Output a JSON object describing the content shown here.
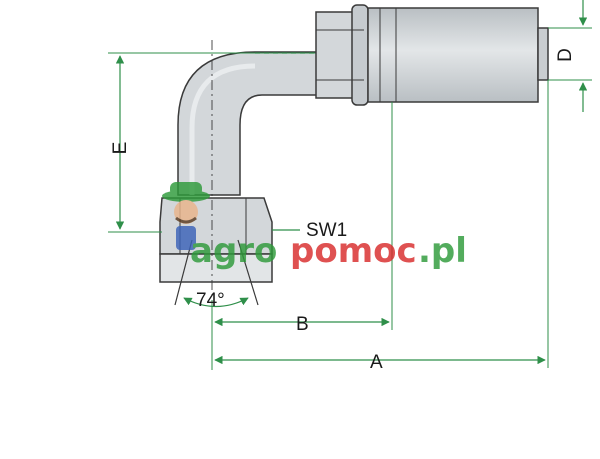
{
  "diagram": {
    "dimension_labels": {
      "a": "A",
      "b": "B",
      "d": "D",
      "e": "E",
      "sw1": "SW1",
      "angle": "74°"
    },
    "watermark": {
      "text_green": "agro",
      "text_red": "pomoc",
      "text_green_2": ".pl",
      "green": "#2e9a3a",
      "red": "#d92b2b"
    },
    "colors": {
      "steel": "#d3d7da",
      "steel_dark": "#aeb4b8",
      "outline": "#3a3a3a",
      "dimension_line": "#2f8f4a"
    }
  }
}
